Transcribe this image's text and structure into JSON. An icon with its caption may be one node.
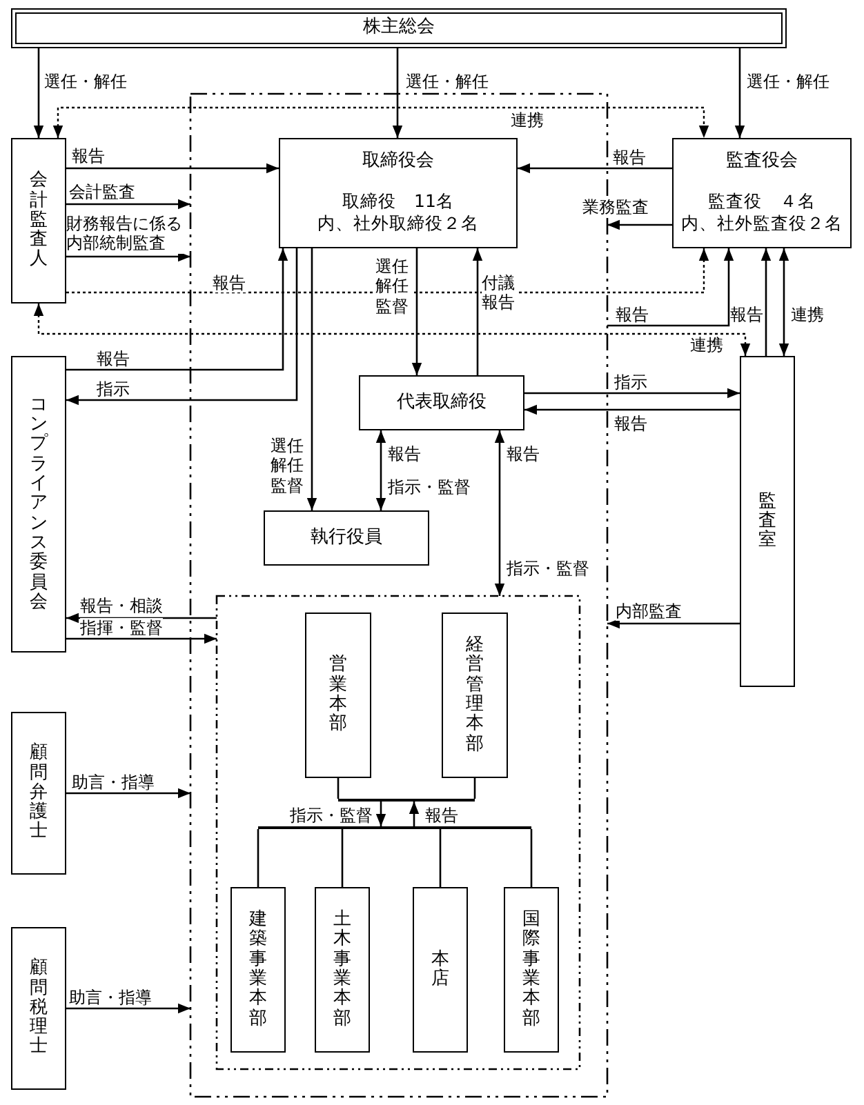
{
  "diagram": {
    "nodes": [
      {
        "text": [
          "株主総会"
        ]
      },
      {
        "text": [
          "会計監査人"
        ]
      },
      {
        "text": [],
        "shape": "box"
      },
      {
        "text": [
          "取締役会",
          "取締役　11名",
          "内、社外取締役２名"
        ],
        "in": 2
      },
      {
        "text": [
          "監査役会",
          "監査役　４名",
          "内、社外監査役２名"
        ]
      },
      {
        "text": [
          "コンプライアンス委員会"
        ]
      },
      {
        "text": [
          "代表取締役"
        ],
        "in": 2
      },
      {
        "text": [
          "執行役員"
        ],
        "in": 2
      },
      {
        "text": [
          "監査室"
        ]
      },
      {
        "text": [],
        "shape": "box",
        "in": 2
      },
      {
        "text": [
          "営業本部"
        ],
        "in": 9
      },
      {
        "text": [
          "経営管理本部"
        ],
        "in": 9
      },
      {
        "text": [
          "建築事業本部"
        ],
        "in": 9
      },
      {
        "text": [
          "土木事業本部"
        ],
        "in": 9
      },
      {
        "text": [
          "本店"
        ],
        "in": 9
      },
      {
        "text": [
          "国際事業本部"
        ],
        "in": 9
      },
      {
        "text": [
          "顧問弁護士"
        ]
      },
      {
        "text": [
          "顧問税理士"
        ]
      },
      {
        "text": [],
        "shape": "bar",
        "in": 9
      },
      {
        "text": [],
        "shape": "bar",
        "in": 9
      }
    ],
    "edges": [
      {
        "from": 0,
        "to": 1,
        "arrow": "to",
        "label": "選任・解任"
      },
      {
        "from": 0,
        "to": 3,
        "arrow": "to",
        "label": "選任・解任"
      },
      {
        "from": 0,
        "to": 4,
        "arrow": "to",
        "label": "選任・解任"
      },
      {
        "from": 1,
        "to": 4,
        "arrow": "both",
        "label": "連携",
        "style": "dashed"
      },
      {
        "from": 1,
        "to": 3,
        "arrow": "to",
        "label": "報告"
      },
      {
        "from": 1,
        "to": 2,
        "arrow": "to",
        "label": "会計監査"
      },
      {
        "from": 1,
        "to": 2,
        "arrow": "to",
        "label": "財務報告に係る内部統制監査"
      },
      {
        "from": 1,
        "to": 4,
        "arrow": "to",
        "label": "報告",
        "style": "dashed"
      },
      {
        "from": 4,
        "to": 3,
        "arrow": "to",
        "label": "報告"
      },
      {
        "from": 4,
        "to": 2,
        "arrow": "to",
        "label": "業務監査"
      },
      {
        "from": 1,
        "to": 8,
        "arrow": "both",
        "label": "連携",
        "style": "dashed"
      },
      {
        "from": 2,
        "to": 4,
        "arrow": "to",
        "label": "報告"
      },
      {
        "from": 8,
        "to": 4,
        "arrow": "to",
        "label": "報告"
      },
      {
        "from": 4,
        "to": 8,
        "arrow": "both",
        "label": "連携"
      },
      {
        "from": 5,
        "to": 3,
        "arrow": "to",
        "label": "報告"
      },
      {
        "from": 3,
        "to": 5,
        "arrow": "to",
        "label": "指示"
      },
      {
        "from": 3,
        "to": 7,
        "arrow": "to",
        "label": "選任解任監督"
      },
      {
        "from": 3,
        "to": 6,
        "arrow": "to",
        "label": "選任解任監督"
      },
      {
        "from": 6,
        "to": 3,
        "arrow": "to",
        "label": "付議報告"
      },
      {
        "from": 6,
        "to": 8,
        "arrow": "to",
        "label": "指示"
      },
      {
        "from": 8,
        "to": 6,
        "arrow": "to",
        "label": "報告"
      },
      {
        "from": 6,
        "to": 7,
        "arrow": "both",
        "label": "報告"
      },
      {
        "from": 6,
        "to": 9,
        "arrow": "both",
        "label": "報告"
      },
      {
        "from": 9,
        "to": 5,
        "arrow": "to",
        "label": "報告・相談"
      },
      {
        "from": 5,
        "to": 9,
        "arrow": "to",
        "label": "指揮・監督"
      },
      {
        "from": 8,
        "to": 2,
        "arrow": "to",
        "label": "内部監査"
      },
      {
        "from": 16,
        "to": 2,
        "arrow": "to",
        "label": "助言・指導"
      },
      {
        "from": 17,
        "to": 2,
        "arrow": "to",
        "label": "助言・指導"
      },
      {
        "from": 10,
        "to": 18,
        "arrow": "none"
      },
      {
        "from": 11,
        "to": 18,
        "arrow": "none"
      },
      {
        "from": 18,
        "to": 19,
        "arrow": "to",
        "label": "指示・監督"
      },
      {
        "from": 19,
        "to": 18,
        "arrow": "to",
        "label": "報告"
      },
      {
        "from": 19,
        "to": 12,
        "arrow": "none"
      },
      {
        "from": 19,
        "to": 13,
        "arrow": "none"
      },
      {
        "from": 19,
        "to": 14,
        "arrow": "none"
      },
      {
        "from": 19,
        "to": 15,
        "arrow": "none"
      }
    ],
    "labels": [
      "指示・監督",
      "指示・監督"
    ]
  }
}
